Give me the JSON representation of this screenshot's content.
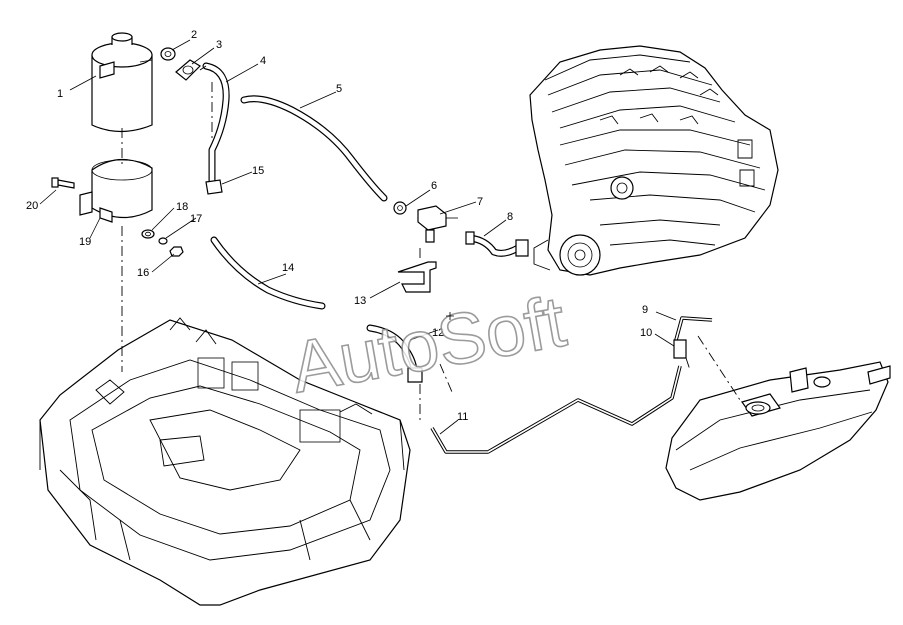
{
  "watermark": "AutoSoft",
  "callouts": [
    "1",
    "2",
    "3",
    "4",
    "5",
    "6",
    "7",
    "8",
    "9",
    "10",
    "11",
    "12",
    "13",
    "14",
    "15",
    "16",
    "17",
    "18",
    "19",
    "20"
  ]
}
